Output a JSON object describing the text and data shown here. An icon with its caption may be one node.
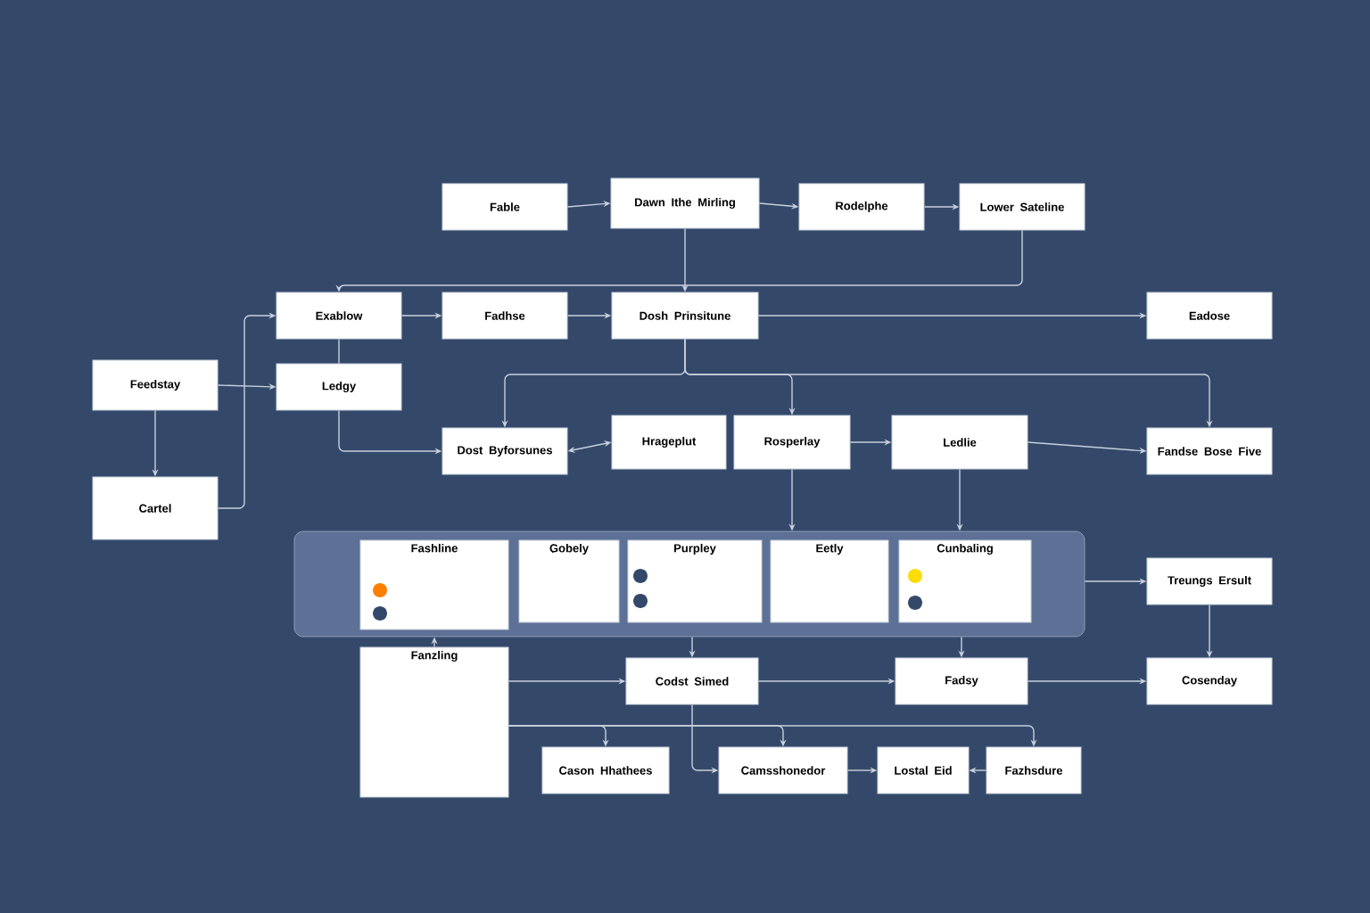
{
  "diagram": {
    "nodes": [
      {
        "text": [
          "Feedstay"
        ]
      },
      {
        "text": [
          "Cartel"
        ]
      },
      {
        "text": [
          "Fable"
        ]
      },
      {
        "text": [
          "Dawn Ithe Mirling"
        ]
      },
      {
        "text": [
          "Rodelphe"
        ]
      },
      {
        "text": [
          "Lower Sateline"
        ]
      },
      {
        "text": [
          "Exablow"
        ]
      },
      {
        "text": [
          "Fadhse"
        ]
      },
      {
        "text": [
          "Dosh Prinsitune"
        ]
      },
      {
        "text": [
          "Eadose"
        ]
      },
      {
        "text": [
          "Ledgy"
        ]
      },
      {
        "text": [
          "Dost Byforsunes"
        ]
      },
      {
        "text": [
          "Hrageplut"
        ]
      },
      {
        "text": [
          "Rosperlay"
        ]
      },
      {
        "text": [
          "Ledlie"
        ]
      },
      {
        "text": [
          "Fandse Bose Five"
        ]
      },
      {
        "text": [],
        "shape": "box"
      },
      {
        "text": [
          "Fashline"
        ],
        "in": 16
      },
      {
        "text": [
          "Gobely"
        ],
        "in": 16
      },
      {
        "text": [
          "Purpley"
        ],
        "in": 16
      },
      {
        "text": [
          "Eetly"
        ],
        "in": 16
      },
      {
        "text": [
          "Cunbaling"
        ],
        "in": 16
      },
      {
        "text": [
          "Treungs Ersult"
        ]
      },
      {
        "text": [
          "Cosenday"
        ]
      },
      {
        "text": [
          "Fanzling"
        ]
      },
      {
        "text": [
          "Codst Simed"
        ]
      },
      {
        "text": [
          "Fadsy"
        ]
      },
      {
        "text": [
          "Cason Hhathees"
        ]
      },
      {
        "text": [
          "Camsshonedor"
        ]
      },
      {
        "text": [
          "Lostal Eid"
        ]
      },
      {
        "text": [
          "Fazhsdure"
        ]
      }
    ],
    "edges": [
      {
        "from": 2,
        "to": 3,
        "arrow": "to"
      },
      {
        "from": 3,
        "to": 4,
        "arrow": "to"
      },
      {
        "from": 4,
        "to": 5,
        "arrow": "to"
      },
      {
        "from": 3,
        "to": 8,
        "arrow": "to"
      },
      {
        "from": 5,
        "to": 6,
        "arrow": "to"
      },
      {
        "from": 0,
        "to": 10,
        "arrow": "to"
      },
      {
        "from": 0,
        "to": 1,
        "arrow": "to"
      },
      {
        "from": 6,
        "to": 7,
        "arrow": "to"
      },
      {
        "from": 7,
        "to": 8,
        "arrow": "to"
      },
      {
        "from": 8,
        "to": 9,
        "arrow": "to"
      },
      {
        "from": 6,
        "to": 10,
        "arrow": "none"
      },
      {
        "from": 8,
        "to": 11,
        "arrow": "to"
      },
      {
        "from": 8,
        "to": 13,
        "arrow": "to"
      },
      {
        "from": 8,
        "to": 15,
        "arrow": "to"
      },
      {
        "from": 10,
        "to": 11,
        "arrow": "to"
      },
      {
        "from": 11,
        "to": 12,
        "arrow": "both"
      },
      {
        "from": 13,
        "to": 14,
        "arrow": "to"
      },
      {
        "from": 14,
        "to": 15,
        "arrow": "to"
      },
      {
        "from": 13,
        "to": 16,
        "arrow": "to"
      },
      {
        "from": 14,
        "to": 16,
        "arrow": "to"
      },
      {
        "from": 1,
        "to": 6,
        "arrow": "to"
      },
      {
        "from": 24,
        "to": 16,
        "arrow": "to"
      },
      {
        "from": 24,
        "to": 25,
        "arrow": "to"
      },
      {
        "from": 24,
        "to": 27,
        "arrow": "to"
      },
      {
        "from": 24,
        "to": 28,
        "arrow": "to"
      },
      {
        "from": 24,
        "to": 30,
        "arrow": "to"
      },
      {
        "from": 16,
        "to": 25,
        "arrow": "to"
      },
      {
        "from": 16,
        "to": 26,
        "arrow": "to"
      },
      {
        "from": 16,
        "to": 22,
        "arrow": "to"
      },
      {
        "from": 22,
        "to": 23,
        "arrow": "to"
      },
      {
        "from": 26,
        "to": 23,
        "arrow": "to"
      },
      {
        "from": 25,
        "to": 26,
        "arrow": "to"
      },
      {
        "from": 25,
        "to": 28,
        "arrow": "to"
      },
      {
        "from": 28,
        "to": 29,
        "arrow": "to"
      },
      {
        "from": 30,
        "to": 29,
        "arrow": "to"
      }
    ]
  }
}
